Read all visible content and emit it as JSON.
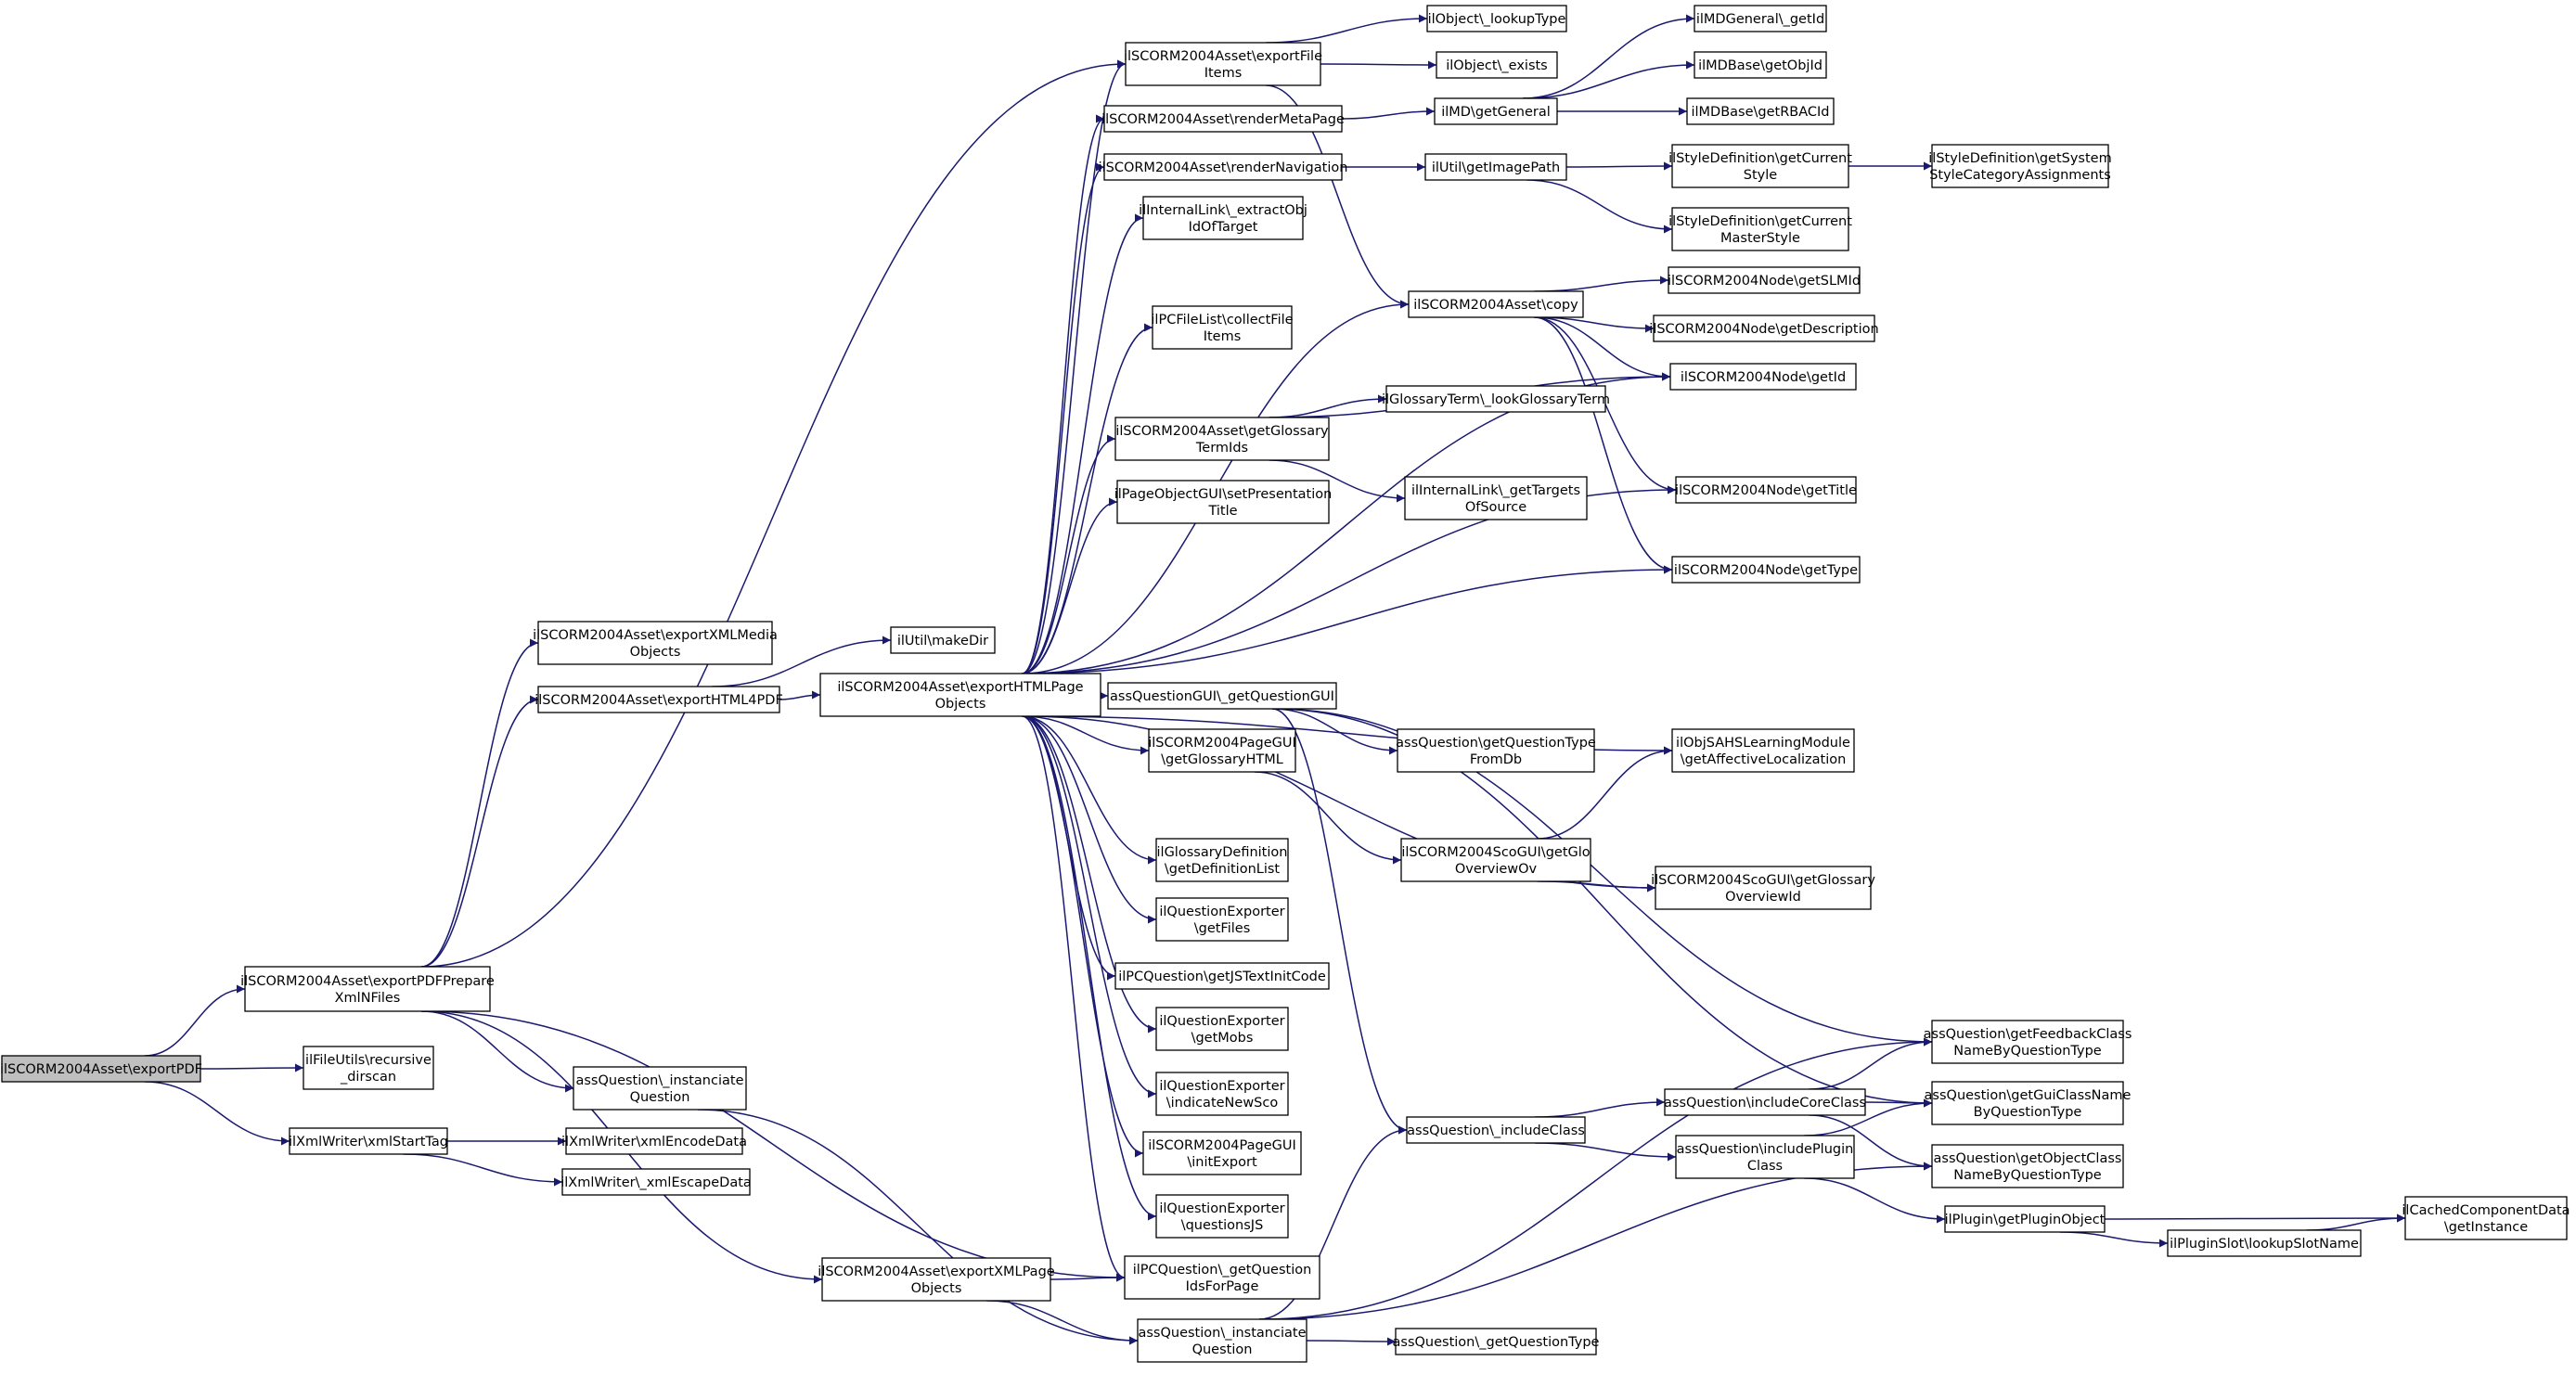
{
  "graph": {
    "edge_color": "#191970",
    "root_fill": "#bfbfbf",
    "nodes": [
      {
        "id": "exportPDF",
        "lines": [
          "ilSCORM2004Asset\\exportPDF"
        ],
        "root": true
      },
      {
        "id": "exportPDFPrepare",
        "lines": [
          "ilSCORM2004Asset\\exportPDFPrepare",
          "XmlNFiles"
        ]
      },
      {
        "id": "recursiveDirscan",
        "lines": [
          "ilFileUtils\\recursive",
          "_dirscan"
        ]
      },
      {
        "id": "xmlStartTag",
        "lines": [
          "ilXmlWriter\\xmlStartTag"
        ]
      },
      {
        "id": "exportXMLMedia",
        "lines": [
          "ilSCORM2004Asset\\exportXMLMedia",
          "Objects"
        ]
      },
      {
        "id": "exportHTML4PDF",
        "lines": [
          "ilSCORM2004Asset\\exportHTML4PDF"
        ]
      },
      {
        "id": "instanciateQuestion",
        "lines": [
          "assQuestion\\_instanciate",
          "Question"
        ]
      },
      {
        "id": "xmlEncodeData",
        "lines": [
          "ilXmlWriter\\xmlEncodeData"
        ]
      },
      {
        "id": "xmlEscapeData",
        "lines": [
          "ilXmlWriter\\_xmlEscapeData"
        ]
      },
      {
        "id": "makeDir",
        "lines": [
          "ilUtil\\makeDir"
        ]
      },
      {
        "id": "exportHTMLPage",
        "lines": [
          "ilSCORM2004Asset\\exportHTMLPage",
          "Objects"
        ]
      },
      {
        "id": "exportXMLPage",
        "lines": [
          "ilSCORM2004Asset\\exportXMLPage",
          "Objects"
        ]
      },
      {
        "id": "exportFileItems",
        "lines": [
          "ilSCORM2004Asset\\exportFile",
          "Items"
        ]
      },
      {
        "id": "renderMetaPage",
        "lines": [
          "ilSCORM2004Asset\\renderMetaPage"
        ]
      },
      {
        "id": "renderNavigation",
        "lines": [
          "ilSCORM2004Asset\\renderNavigation"
        ]
      },
      {
        "id": "extractObjId",
        "lines": [
          "ilInternalLink\\_extractObj",
          "IdOfTarget"
        ]
      },
      {
        "id": "collectFileItems",
        "lines": [
          "ilPCFileList\\collectFile",
          "Items"
        ]
      },
      {
        "id": "getGlossaryTermIds",
        "lines": [
          "ilSCORM2004Asset\\getGlossary",
          "TermIds"
        ]
      },
      {
        "id": "setPresentationTitle",
        "lines": [
          "ilPageObjectGUI\\setPresentation",
          "Title"
        ]
      },
      {
        "id": "getQuestionGUI",
        "lines": [
          "assQuestionGUI\\_getQuestionGUI"
        ]
      },
      {
        "id": "getGlossaryHTML",
        "lines": [
          "ilSCORM2004PageGUI",
          "\\getGlossaryHTML"
        ]
      },
      {
        "id": "getDefinitionList",
        "lines": [
          "ilGlossaryDefinition",
          "\\getDefinitionList"
        ]
      },
      {
        "id": "getFiles",
        "lines": [
          "ilQuestionExporter",
          "\\getFiles"
        ]
      },
      {
        "id": "getJSTextInitCode",
        "lines": [
          "ilPCQuestion\\getJSTextInitCode"
        ]
      },
      {
        "id": "getMobs",
        "lines": [
          "ilQuestionExporter",
          "\\getMobs"
        ]
      },
      {
        "id": "indicateNewSco",
        "lines": [
          "ilQuestionExporter",
          "\\indicateNewSco"
        ]
      },
      {
        "id": "initExport",
        "lines": [
          "ilSCORM2004PageGUI",
          "\\initExport"
        ]
      },
      {
        "id": "questionsJS",
        "lines": [
          "ilQuestionExporter",
          "\\questionsJS"
        ]
      },
      {
        "id": "getQuestionIdsForPage",
        "lines": [
          "ilPCQuestion\\_getQuestion",
          "IdsForPage"
        ]
      },
      {
        "id": "instanciateQuestion2",
        "lines": [
          "assQuestion\\_instanciate",
          "Question"
        ]
      },
      {
        "id": "lookupType",
        "lines": [
          "ilObject\\_lookupType"
        ]
      },
      {
        "id": "exists",
        "lines": [
          "ilObject\\_exists"
        ]
      },
      {
        "id": "getGeneral",
        "lines": [
          "ilMD\\getGeneral"
        ]
      },
      {
        "id": "getImagePath",
        "lines": [
          "ilUtil\\getImagePath"
        ]
      },
      {
        "id": "copy",
        "lines": [
          "ilSCORM2004Asset\\copy"
        ]
      },
      {
        "id": "lookGlossaryTerm",
        "lines": [
          "ilGlossaryTerm\\_lookGlossaryTerm"
        ]
      },
      {
        "id": "getTargetsOfSource",
        "lines": [
          "ilInternalLink\\_getTargets",
          "OfSource"
        ]
      },
      {
        "id": "getQuestionTypeFromDb",
        "lines": [
          "assQuestion\\getQuestionType",
          "FromDb"
        ]
      },
      {
        "id": "getGloOverviewOv",
        "lines": [
          "ilSCORM2004ScoGUI\\getGlo",
          "OverviewOv"
        ]
      },
      {
        "id": "includeClass",
        "lines": [
          "assQuestion\\_includeClass"
        ]
      },
      {
        "id": "getQuestionType",
        "lines": [
          "assQuestion\\_getQuestionType"
        ]
      },
      {
        "id": "mdGetId",
        "lines": [
          "ilMDGeneral\\_getId"
        ]
      },
      {
        "id": "getObjId",
        "lines": [
          "ilMDBase\\getObjId"
        ]
      },
      {
        "id": "getRBACId",
        "lines": [
          "ilMDBase\\getRBACId"
        ]
      },
      {
        "id": "getCurrentStyle",
        "lines": [
          "ilStyleDefinition\\getCurrent",
          "Style"
        ]
      },
      {
        "id": "getCurrentMasterStyle",
        "lines": [
          "ilStyleDefinition\\getCurrent",
          "MasterStyle"
        ]
      },
      {
        "id": "getSLMId",
        "lines": [
          "ilSCORM2004Node\\getSLMId"
        ]
      },
      {
        "id": "getDescription",
        "lines": [
          "ilSCORM2004Node\\getDescription"
        ]
      },
      {
        "id": "nodeGetId",
        "lines": [
          "ilSCORM2004Node\\getId"
        ]
      },
      {
        "id": "getTitle",
        "lines": [
          "ilSCORM2004Node\\getTitle"
        ]
      },
      {
        "id": "getType",
        "lines": [
          "ilSCORM2004Node\\getType"
        ]
      },
      {
        "id": "getAffectiveLocalization",
        "lines": [
          "ilObjSAHSLearningModule",
          "\\getAffectiveLocalization"
        ]
      },
      {
        "id": "getGlossaryOverviewId",
        "lines": [
          "ilSCORM2004ScoGUI\\getGlossary",
          "OverviewId"
        ]
      },
      {
        "id": "includeCoreClass",
        "lines": [
          "assQuestion\\includeCoreClass"
        ]
      },
      {
        "id": "includePluginClass",
        "lines": [
          "assQuestion\\includePlugin",
          "Class"
        ]
      },
      {
        "id": "getPluginObject",
        "lines": [
          "ilPlugin\\getPluginObject"
        ]
      },
      {
        "id": "lookupSlotName",
        "lines": [
          "ilPluginSlot\\lookupSlotName"
        ]
      },
      {
        "id": "getSystemStyleCategory",
        "lines": [
          "ilStyleDefinition\\getSystem",
          "StyleCategoryAssignments"
        ]
      },
      {
        "id": "getFeedbackClassName",
        "lines": [
          "assQuestion\\getFeedbackClass",
          "NameByQuestionType"
        ]
      },
      {
        "id": "getGuiClassName",
        "lines": [
          "assQuestion\\getGuiClassName",
          "ByQuestionType"
        ]
      },
      {
        "id": "getObjectClassName",
        "lines": [
          "assQuestion\\getObjectClass",
          "NameByQuestionType"
        ]
      },
      {
        "id": "getInstance",
        "lines": [
          "ilCachedComponentData",
          "\\getInstance"
        ]
      }
    ],
    "edges": [
      [
        "exportPDF",
        "exportPDFPrepare"
      ],
      [
        "exportPDF",
        "recursiveDirscan"
      ],
      [
        "exportPDF",
        "xmlStartTag"
      ],
      [
        "exportPDFPrepare",
        "exportFileItems"
      ],
      [
        "exportPDFPrepare",
        "exportXMLMedia"
      ],
      [
        "exportPDFPrepare",
        "exportHTML4PDF"
      ],
      [
        "exportPDFPrepare",
        "instanciateQuestion"
      ],
      [
        "exportPDFPrepare",
        "exportXMLPage"
      ],
      [
        "exportPDFPrepare",
        "getQuestionIdsForPage"
      ],
      [
        "xmlStartTag",
        "xmlEncodeData"
      ],
      [
        "xmlStartTag",
        "xmlEscapeData"
      ],
      [
        "instanciateQuestion",
        "instanciateQuestion2"
      ],
      [
        "exportHTML4PDF",
        "makeDir"
      ],
      [
        "exportHTML4PDF",
        "exportHTMLPage"
      ],
      [
        "exportHTMLPage",
        "exportFileItems"
      ],
      [
        "exportHTMLPage",
        "renderMetaPage"
      ],
      [
        "exportHTMLPage",
        "renderNavigation"
      ],
      [
        "exportHTMLPage",
        "extractObjId"
      ],
      [
        "exportHTMLPage",
        "collectFileItems"
      ],
      [
        "exportHTMLPage",
        "copy"
      ],
      [
        "exportHTMLPage",
        "nodeGetId"
      ],
      [
        "exportHTMLPage",
        "getGlossaryTermIds"
      ],
      [
        "exportHTMLPage",
        "setPresentationTitle"
      ],
      [
        "exportHTMLPage",
        "getTitle"
      ],
      [
        "exportHTMLPage",
        "getType"
      ],
      [
        "exportHTMLPage",
        "getQuestionGUI"
      ],
      [
        "exportHTMLPage",
        "getAffectiveLocalization"
      ],
      [
        "exportHTMLPage",
        "getGlossaryHTML"
      ],
      [
        "exportHTMLPage",
        "getGlossaryOverviewId"
      ],
      [
        "exportHTMLPage",
        "getDefinitionList"
      ],
      [
        "exportHTMLPage",
        "getFiles"
      ],
      [
        "exportHTMLPage",
        "getJSTextInitCode"
      ],
      [
        "exportHTMLPage",
        "getMobs"
      ],
      [
        "exportHTMLPage",
        "indicateNewSco"
      ],
      [
        "exportHTMLPage",
        "initExport"
      ],
      [
        "exportHTMLPage",
        "questionsJS"
      ],
      [
        "exportHTMLPage",
        "getQuestionIdsForPage"
      ],
      [
        "exportXMLPage",
        "getQuestionIdsForPage"
      ],
      [
        "exportXMLPage",
        "instanciateQuestion2"
      ],
      [
        "exportFileItems",
        "lookupType"
      ],
      [
        "exportFileItems",
        "exists"
      ],
      [
        "exportFileItems",
        "copy"
      ],
      [
        "renderMetaPage",
        "getGeneral"
      ],
      [
        "getGeneral",
        "mdGetId"
      ],
      [
        "getGeneral",
        "getObjId"
      ],
      [
        "getGeneral",
        "getRBACId"
      ],
      [
        "renderNavigation",
        "getImagePath"
      ],
      [
        "getImagePath",
        "getCurrentStyle"
      ],
      [
        "getImagePath",
        "getCurrentMasterStyle"
      ],
      [
        "getCurrentStyle",
        "getSystemStyleCategory"
      ],
      [
        "copy",
        "getSLMId"
      ],
      [
        "copy",
        "getDescription"
      ],
      [
        "copy",
        "nodeGetId"
      ],
      [
        "copy",
        "getTitle"
      ],
      [
        "copy",
        "getType"
      ],
      [
        "getGlossaryTermIds",
        "lookGlossaryTerm"
      ],
      [
        "getGlossaryTermIds",
        "nodeGetId"
      ],
      [
        "getGlossaryTermIds",
        "getTargetsOfSource"
      ],
      [
        "getQuestionGUI",
        "getQuestionTypeFromDb"
      ],
      [
        "getQuestionGUI",
        "includeClass"
      ],
      [
        "getQuestionGUI",
        "getFeedbackClassName"
      ],
      [
        "getQuestionGUI",
        "getGuiClassName"
      ],
      [
        "getGlossaryHTML",
        "getGloOverviewOv"
      ],
      [
        "getGloOverviewOv",
        "getAffectiveLocalization"
      ],
      [
        "getGloOverviewOv",
        "getGlossaryOverviewId"
      ],
      [
        "instanciateQuestion2",
        "includeClass"
      ],
      [
        "instanciateQuestion2",
        "getQuestionType"
      ],
      [
        "instanciateQuestion2",
        "getFeedbackClassName"
      ],
      [
        "instanciateQuestion2",
        "getObjectClassName"
      ],
      [
        "includeClass",
        "includeCoreClass"
      ],
      [
        "includeClass",
        "includePluginClass"
      ],
      [
        "includeCoreClass",
        "getFeedbackClassName"
      ],
      [
        "includeCoreClass",
        "getGuiClassName"
      ],
      [
        "includeCoreClass",
        "getObjectClassName"
      ],
      [
        "includePluginClass",
        "getGuiClassName"
      ],
      [
        "includePluginClass",
        "getPluginObject"
      ],
      [
        "getPluginObject",
        "getInstance"
      ],
      [
        "getPluginObject",
        "lookupSlotName"
      ],
      [
        "lookupSlotName",
        "getInstance"
      ]
    ]
  }
}
